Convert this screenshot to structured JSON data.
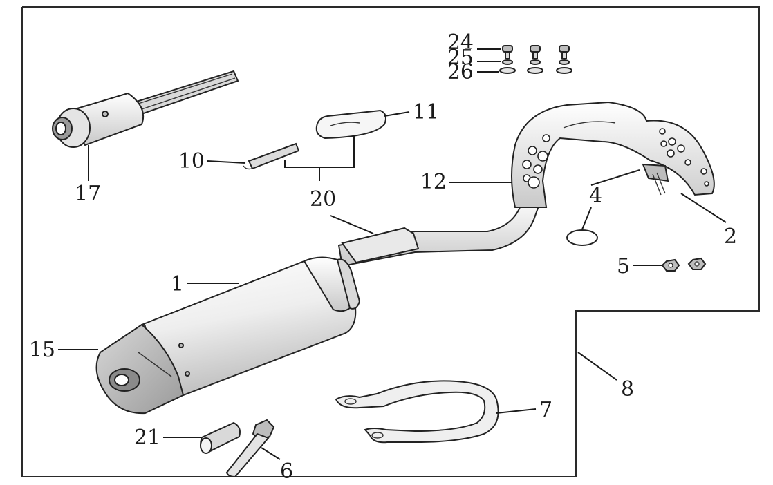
{
  "diagram": {
    "type": "exploded-parts-view",
    "colors": {
      "line": "#1a1a1a",
      "metal_light": "#f2f2f2",
      "metal_mid": "#cfcfcf",
      "metal_dark": "#8a8a8a"
    },
    "callouts": [
      {
        "id": "1",
        "part": "muffler"
      },
      {
        "id": "2",
        "part": "exhaust-pipe"
      },
      {
        "id": "4",
        "part": "stud-bolt"
      },
      {
        "id": "4",
        "part": "gasket"
      },
      {
        "id": "5",
        "part": "nut"
      },
      {
        "id": "6",
        "part": "bolt"
      },
      {
        "id": "7",
        "part": "mounting-band"
      },
      {
        "id": "8",
        "part": "assembly-outline"
      },
      {
        "id": "10",
        "part": "spring-clip"
      },
      {
        "id": "11",
        "part": "heat-shield-small"
      },
      {
        "id": "12",
        "part": "pipe-heat-shield"
      },
      {
        "id": "15",
        "part": "end-cap"
      },
      {
        "id": "17",
        "part": "spark-arrester"
      },
      {
        "id": "20",
        "part": "heat-shield-set"
      },
      {
        "id": "21",
        "part": "collar"
      },
      {
        "id": "24",
        "part": "screw"
      },
      {
        "id": "25",
        "part": "spring-washer"
      },
      {
        "id": "26",
        "part": "flat-washer"
      }
    ]
  }
}
